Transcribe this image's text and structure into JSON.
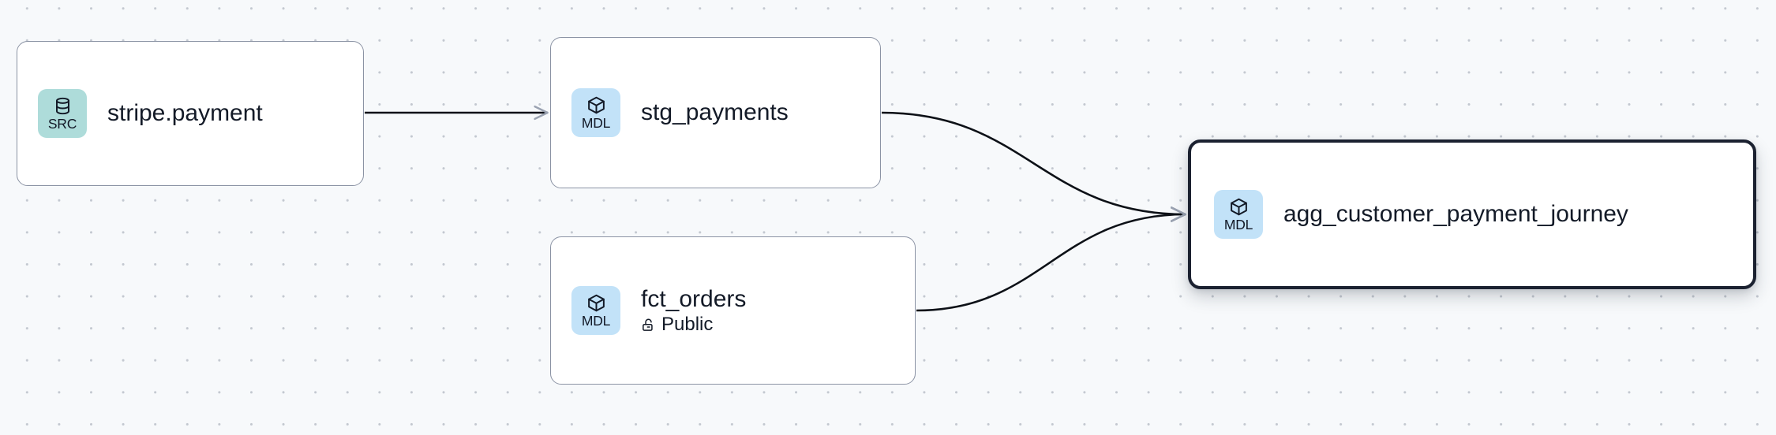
{
  "graph": {
    "title": "data lineage graph",
    "background_color": "#f7f9fb",
    "grid_dot_color": "#c3c8d0",
    "edge_color": "#0d1117",
    "selected_border_color": "#1b2130",
    "nodes": [
      {
        "id": "stripe-payment",
        "label": "stripe.payment",
        "badge_text": "SRC",
        "badge_icon": "database-icon",
        "badge_color": "#aedcda",
        "selected": false
      },
      {
        "id": "stg-payments",
        "label": "stg_payments",
        "badge_text": "MDL",
        "badge_icon": "cube-icon",
        "badge_color": "#c2e2f8",
        "selected": false
      },
      {
        "id": "fct-orders",
        "label": "fct_orders",
        "sublabel": "Public",
        "sublabel_icon": "unlock-icon",
        "badge_text": "MDL",
        "badge_icon": "cube-icon",
        "badge_color": "#c2e2f8",
        "selected": false
      },
      {
        "id": "agg-customer-payment-journey",
        "label": "agg_customer_payment_journey",
        "badge_text": "MDL",
        "badge_icon": "cube-icon",
        "badge_color": "#c2e2f8",
        "selected": true
      }
    ],
    "edges": [
      {
        "id": "e1",
        "from": "stripe-payment",
        "to": "stg-payments",
        "shape": "straight"
      },
      {
        "id": "e2",
        "from": "stg-payments",
        "to": "agg-customer-payment-journey",
        "shape": "bezier"
      },
      {
        "id": "e3",
        "from": "fct-orders",
        "to": "agg-customer-payment-journey",
        "shape": "bezier"
      }
    ]
  }
}
